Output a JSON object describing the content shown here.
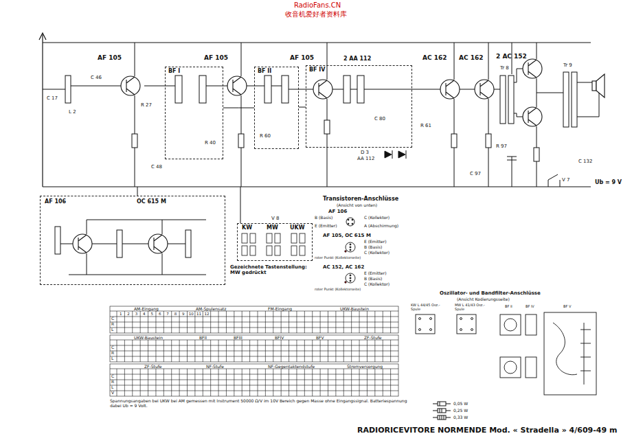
{
  "diagram": {
    "title": "RADIORICEVITORE NORMENDE Mod. « Stradella » 4/609-49 m",
    "nodes": [
      {
        "text": [
          "BF I"
        ]
      },
      {
        "text": [
          "BF II"
        ]
      },
      {
        "text": [
          "BF IV"
        ]
      },
      {
        "text": [
          "AF 106",
          "OC 615 M"
        ]
      },
      {
        "text": [
          "KW",
          "MW",
          "UKW"
        ]
      }
    ],
    "edges": [
      {
        "from": 0,
        "to": 1,
        "arrow": "none"
      },
      {
        "from": 1,
        "to": 2,
        "arrow": "none"
      }
    ],
    "labels": [
      "RadioFans.CN",
      "收音机爱好者资料库",
      "AF 105",
      "AF 105",
      "AF 105",
      "2 AA 112",
      "AC 162",
      "AC 162",
      "2 AC 152",
      "AA 112",
      "D 3",
      "Ub = 9 V",
      "Tr 8",
      "Tr 9",
      "C 46",
      "C 17",
      "L 2",
      "R 27",
      "C 48",
      "R 40",
      "R 60",
      "C 80",
      "R 61",
      "C 97",
      "R 97",
      "C 132",
      "V 7",
      "V 8",
      "Transistoren-Anschlüsse",
      "(Ansicht von unten)",
      "AF 106",
      "B (Basis)",
      "C (Kollektor)",
      "E (Emitter)",
      "A (Abschirmung)",
      "AF 105, OC 615 M",
      "E (Emitter)",
      "B (Basis)",
      "C (Kollektor)",
      "roter Punkt (Kollektorseite)",
      "AC 152, AC 162",
      "E (Emitter)",
      "B (Basis)",
      "C (Kollektor)",
      "roter Punkt (Kollektorseite)",
      "Gezeichnete Tastenstellung: MW gedrückt",
      "Oszillator- und Bandfilter-Anschlüsse",
      "(Ansicht Kodierungsseite)",
      "KW L 44/45 Osz.-Spule",
      "MW L 41/43 Osz.-Spule",
      "BF II",
      "BF IV",
      "BF V",
      "AM-Eingang",
      "AM-Spulensatz",
      "FM-Eingang",
      "UKW-Baustein",
      "UKW-Baustein",
      "BFII",
      "BFIII",
      "BFIV",
      "BFV",
      "ZF-Stufe",
      "ZF-Stufe",
      "NF-Stufe",
      "NF-Gegentaktendstufe",
      "Stromversorgung",
      "C",
      "R",
      "L",
      "C",
      "R",
      "L",
      "C",
      "R",
      "L",
      "V",
      "Spannungsangaben bei UKW bei AM gemessen mit Instrument 50000 Ω/V im 10V Bereich gegen Masse ohne Eingangssignal. Batteriespannung dabei Ub = 9 Volt.",
      "1",
      "2",
      "3",
      "4",
      "5",
      "6",
      "7",
      "8",
      "9",
      "10",
      "11",
      "12"
    ],
    "legend": [
      {
        "text": "0,05 W"
      },
      {
        "text": "0,25 W"
      },
      {
        "text": "0,33 W"
      }
    ]
  }
}
